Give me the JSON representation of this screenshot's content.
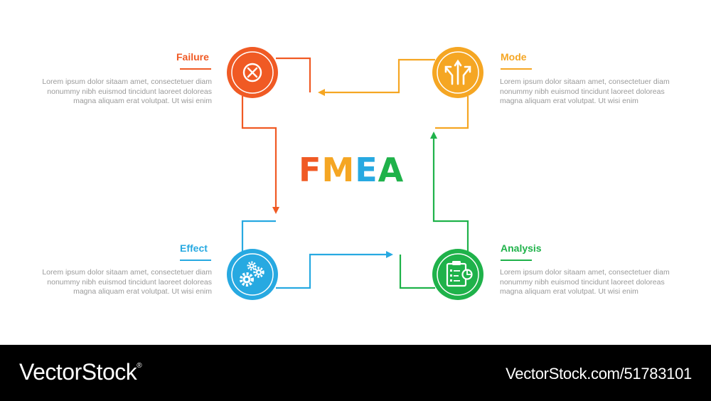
{
  "colors": {
    "failure": "#f05a24",
    "mode": "#f5a623",
    "effect": "#27a9e1",
    "analysis": "#1fb24a",
    "text": "#9a9a9a"
  },
  "center_title": {
    "letters": [
      "F",
      "M",
      "E",
      "A"
    ]
  },
  "steps": [
    {
      "key": "failure",
      "title": "Failure",
      "icon": "close-circle-icon",
      "description": "Lorem ipsum dolor sitaam amet, consectetuer diam nonummy  nibh euismod tincidunt laoreet doloreas magna aliquam erat volutpat. Ut wisi enim"
    },
    {
      "key": "mode",
      "title": "Mode",
      "icon": "split-arrows-icon",
      "description": "Lorem ipsum dolor sitaam amet, consectetuer diam nonummy  nibh euismod tincidunt laoreet doloreas magna aliquam erat volutpat. Ut wisi enim"
    },
    {
      "key": "effect",
      "title": "Effect",
      "icon": "gears-icon",
      "description": "Lorem ipsum dolor sitaam amet, consectetuer diam nonummy  nibh euismod tincidunt laoreet doloreas magna aliquam erat volutpat. Ut wisi enim"
    },
    {
      "key": "analysis",
      "title": "Analysis",
      "icon": "clipboard-analysis-icon",
      "description": "Lorem ipsum dolor sitaam amet, consectetuer diam nonummy  nibh euismod tincidunt laoreet doloreas magna aliquam erat volutpat. Ut wisi enim"
    }
  ],
  "footer": {
    "brand": "VectorStock",
    "registered_mark": "®",
    "url": "VectorStock.com/51783101"
  }
}
